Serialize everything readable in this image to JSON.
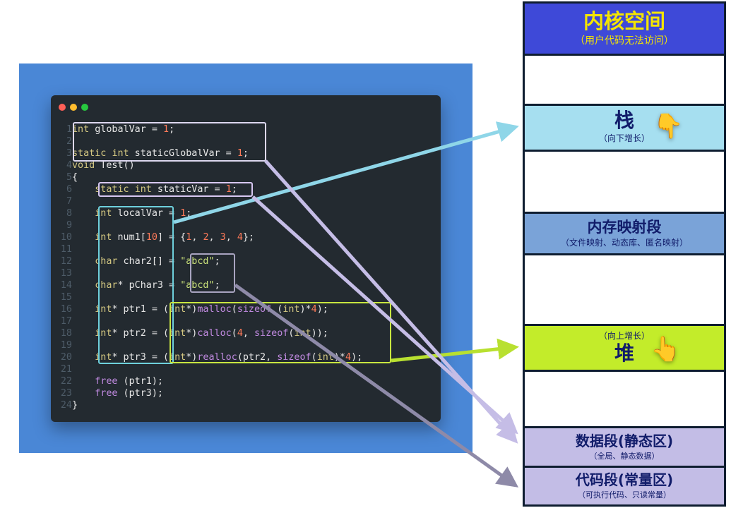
{
  "code_lines": [
    {
      "n": "1",
      "html": "<span class=\"kw\">int</span> globalVar = <span class=\"num\">1</span>;"
    },
    {
      "n": "2",
      "html": ""
    },
    {
      "n": "3",
      "html": "<span class=\"kw\">static</span> <span class=\"kw\">int</span> staticGlobalVar = <span class=\"num\">1</span>;"
    },
    {
      "n": "4",
      "html": "<span class=\"kw\">void</span> Test()"
    },
    {
      "n": "5",
      "html": "{"
    },
    {
      "n": "6",
      "html": "    <span class=\"kw\">static</span> <span class=\"kw\">int</span> staticVar = <span class=\"num\">1</span>;"
    },
    {
      "n": "7",
      "html": ""
    },
    {
      "n": "8",
      "html": "    <span class=\"kw\">int</span> localVar = <span class=\"num\">1</span>;"
    },
    {
      "n": "9",
      "html": ""
    },
    {
      "n": "10",
      "html": "    <span class=\"kw\">int</span> num1[<span class=\"num\">10</span>] = {<span class=\"num\">1</span>, <span class=\"num\">2</span>, <span class=\"num\">3</span>, <span class=\"num\">4</span>};"
    },
    {
      "n": "11",
      "html": ""
    },
    {
      "n": "12",
      "html": "    <span class=\"kw\">char</span> char2[] = <span class=\"str\">\"abcd\"</span>;"
    },
    {
      "n": "13",
      "html": ""
    },
    {
      "n": "14",
      "html": "    <span class=\"kw\">char</span>* pChar3 = <span class=\"str\">\"abcd\"</span>;"
    },
    {
      "n": "15",
      "html": ""
    },
    {
      "n": "16",
      "html": "    <span class=\"kw\">int</span>* ptr1 = (<span class=\"kw\">int</span>*)<span class=\"fn\">malloc</span>(<span class=\"fn\">sizeof</span> (<span class=\"kw\">int</span>)*<span class=\"num\">4</span>);"
    },
    {
      "n": "17",
      "html": ""
    },
    {
      "n": "18",
      "html": "    <span class=\"kw\">int</span>* ptr2 = (<span class=\"kw\">int</span>*)<span class=\"fn\">calloc</span>(<span class=\"num\">4</span>, <span class=\"fn\">sizeof</span>(<span class=\"kw\">int</span>));"
    },
    {
      "n": "19",
      "html": ""
    },
    {
      "n": "20",
      "html": "    <span class=\"kw\">int</span>* ptr3 = (<span class=\"kw\">int</span>*)<span class=\"fn\">realloc</span>(ptr2, <span class=\"fn\">sizeof</span>(<span class=\"kw\">int</span>)*<span class=\"num\">4</span>);"
    },
    {
      "n": "21",
      "html": ""
    },
    {
      "n": "22",
      "html": "    <span class=\"fn\">free</span> (ptr1);"
    },
    {
      "n": "23",
      "html": "    <span class=\"fn\">free</span> (ptr3);"
    },
    {
      "n": "24",
      "html": "}"
    }
  ],
  "segments": {
    "kernel": {
      "title": "内核空间",
      "subtitle": "（用户代码无法访问）"
    },
    "stack": {
      "title": "栈",
      "subtitle": "（向下增长）"
    },
    "mmap": {
      "title": "内存映射段",
      "subtitle": "（文件映射、动态库、匿名映射）"
    },
    "heap": {
      "title": "堆",
      "subtitle": "（向上增长）"
    },
    "data": {
      "title": "数据段(静态区)",
      "subtitle": "（全局、静态数据）"
    },
    "code": {
      "title": "代码段(常量区)",
      "subtitle": "（可执行代码、只读常量）"
    }
  },
  "colors": {
    "kernel_bg": "#3e49d8",
    "kernel_title": "#f4e500",
    "kernel_sub": "#f4e500",
    "stack_bg": "#a6dff0",
    "mmap_bg": "#7aa3d8",
    "heap_bg": "#c3ec2a",
    "data_bg": "#c3bde6",
    "code_bg": "#c3bde6",
    "gap_bg": "#ffffff",
    "box_white": "#ddd8f0",
    "box_cyan": "#6ed0dc",
    "box_lavender": "#d8c8f2",
    "box_lime": "#c8e640",
    "box_gray": "#a8a4c0",
    "arrow_cyan": "#8fd6e8",
    "arrow_lime": "#b8e030",
    "arrow_lavender": "#c5bde6",
    "arrow_gray": "#8e8aa8"
  },
  "icons": [
    "pointing-down-hand-icon",
    "pointing-up-hand-icon"
  ]
}
